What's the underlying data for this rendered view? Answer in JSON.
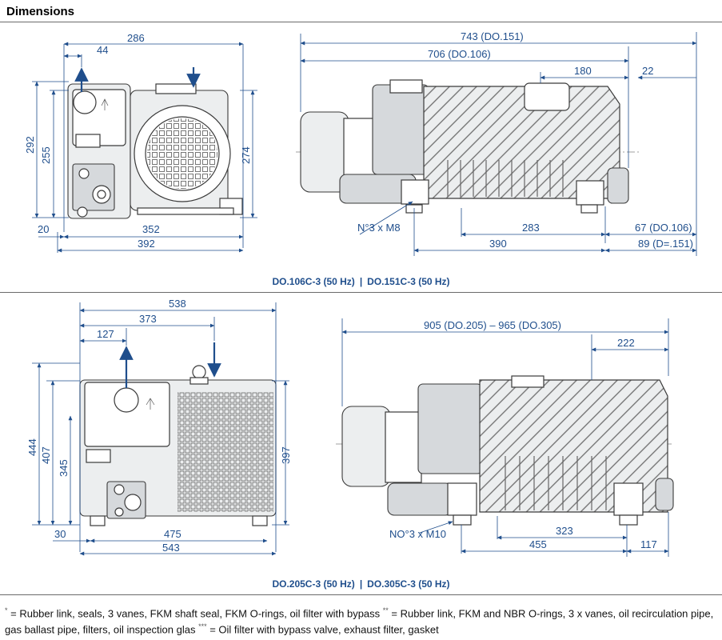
{
  "title": "Dimensions",
  "section_top": {
    "caption_left": "DO.106C-3 (50 Hz)",
    "caption_right": "DO.151C-3 (50 Hz)",
    "front_dims": [
      "286",
      "44",
      "292",
      "255",
      "274",
      "20",
      "352",
      "392"
    ],
    "side_dims": [
      "743 (DO.151)",
      "706 (DO.106)",
      "180",
      "22",
      "N°3 x M8",
      "283",
      "390",
      "67 (DO.106)",
      "89 (D=.151)"
    ]
  },
  "section_bottom": {
    "caption_left": "DO.205C-3 (50 Hz)",
    "caption_right": "DO.305C-3 (50 Hz)",
    "front_dims": [
      "538",
      "373",
      "127",
      "444",
      "407",
      "345",
      "397",
      "30",
      "475",
      "543"
    ],
    "side_dims": [
      "905 (DO.205) – 965 (DO.305)",
      "222",
      "NO°3 x M10",
      "323",
      "455",
      "117"
    ]
  },
  "footnote": {
    "mark1": "*",
    "text1": " = Rubber link, seals, 3 vanes, FKM shaft seal, FKM O-rings, oil filter with bypass ",
    "mark2": "**",
    "text2": " = Rubber link, FKM and NBR  O-rings, 3 x vanes, oil recirculation pipe, gas ballast pipe, filters, oil inspection glas ",
    "mark3": "***",
    "text3": " = Oil filter with bypass valve, exhaust filter, gasket"
  },
  "colors": {
    "dimension": "#1f4e8c",
    "outline": "#3a3a3a",
    "body_fill": "#eceeef",
    "rule": "#6b6b6b"
  },
  "icons": [
    "arrow-up-icon",
    "arrow-down-icon",
    "air-ballast-icon",
    "oil-level-icon"
  ]
}
